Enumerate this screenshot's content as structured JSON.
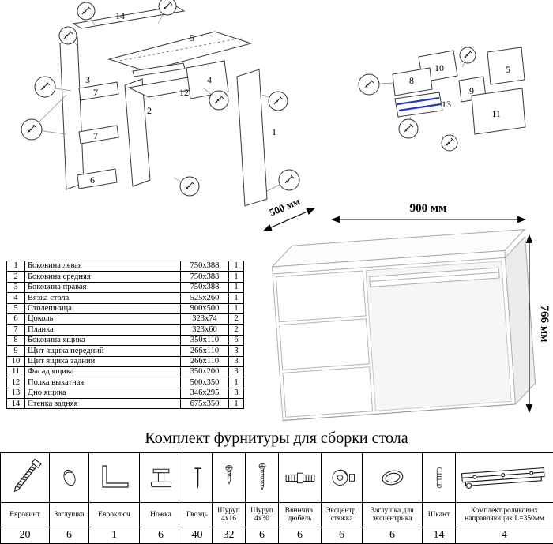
{
  "diagrams": {
    "left": {
      "callouts": [
        "14",
        "5",
        "3",
        "7",
        "12",
        "2",
        "4",
        "7",
        "6",
        "1"
      ]
    },
    "right": {
      "callouts": [
        "10",
        "8",
        "5",
        "9",
        "13",
        "11"
      ]
    }
  },
  "desk": {
    "width_label": "900 мм",
    "depth_label": "500 мм",
    "height_label": "766 мм"
  },
  "parts_table": {
    "rows": [
      {
        "num": "1",
        "name": "Боковина левая",
        "size": "750x388",
        "qty": "1"
      },
      {
        "num": "2",
        "name": "Боковина средняя",
        "size": "750x388",
        "qty": "1"
      },
      {
        "num": "3",
        "name": "Боковина правая",
        "size": "750x388",
        "qty": "1"
      },
      {
        "num": "4",
        "name": "Вязка стола",
        "size": "525x260",
        "qty": "1"
      },
      {
        "num": "5",
        "name": "Столешница",
        "size": "900x500",
        "qty": "1"
      },
      {
        "num": "6",
        "name": "Цоколь",
        "size": "323x74",
        "qty": "2"
      },
      {
        "num": "7",
        "name": "Планка",
        "size": "323x60",
        "qty": "2"
      },
      {
        "num": "8",
        "name": "Боковина ящика",
        "size": "350x110",
        "qty": "6"
      },
      {
        "num": "9",
        "name": "Щит ящика передний",
        "size": "266x110",
        "qty": "3"
      },
      {
        "num": "10",
        "name": "Щит ящика задний",
        "size": "266x110",
        "qty": "3"
      },
      {
        "num": "11",
        "name": "Фасад ящика",
        "size": "350x200",
        "qty": "3"
      },
      {
        "num": "12",
        "name": "Полка выкатная",
        "size": "500x350",
        "qty": "1"
      },
      {
        "num": "13",
        "name": "Дно ящика",
        "size": "346x295",
        "qty": "3"
      },
      {
        "num": "14",
        "name": "Стенка задняя",
        "size": "675x350",
        "qty": "1"
      }
    ]
  },
  "hardware": {
    "title": "Комплект фурнитуры для сборки стола",
    "items": [
      {
        "name": "Евровинт",
        "qty": "20"
      },
      {
        "name": "Заглушка",
        "qty": "6"
      },
      {
        "name": "Евроключ",
        "qty": "1"
      },
      {
        "name": "Ножка",
        "qty": "6"
      },
      {
        "name": "Гвоздь",
        "qty": "40"
      },
      {
        "name": "Шуруп 4x16",
        "qty": "32"
      },
      {
        "name": "Шуруп 4x30",
        "qty": "6"
      },
      {
        "name": "Ввинчив. дюбель",
        "qty": "6"
      },
      {
        "name": "Эксцентр. стяжка",
        "qty": "6"
      },
      {
        "name": "Заглушка для эксцентрика",
        "qty": "6"
      },
      {
        "name": "Шкант",
        "qty": "14"
      },
      {
        "name": "Комплект роликовых направляющих L=350мм",
        "qty": "4"
      }
    ]
  }
}
